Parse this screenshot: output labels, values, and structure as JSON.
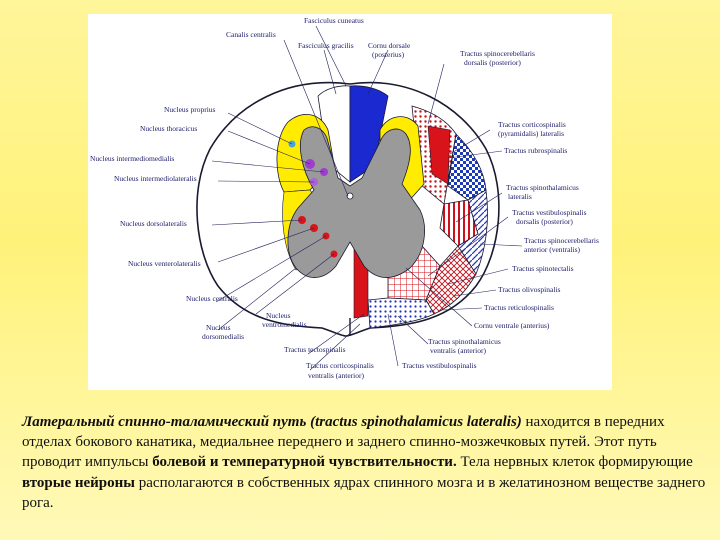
{
  "labels": {
    "fasciculus_cuneatus": "Fasciculus cuneatus",
    "canalis_centralis": "Canalis centralis",
    "fasciculus_gracilis": "Fasciculus gracilis",
    "cornu_dorsale": "Cornu dorsale",
    "cornu_dorsale_sub": "(posterius)",
    "tractus_spc_dorsalis_1": "Tractus spinocerebellaris",
    "tractus_spc_dorsalis_2": "dorsalis (posterior)",
    "nucleus_proprius": "Nucleus proprius",
    "nucleus_thoracicus": "Nucleus thoracicus",
    "nucleus_intermediomedialis": "Nucleus intermediomedialis",
    "nucleus_intermediolateralis": "Nucleus intermediolateralis",
    "nucleus_dorsolateralis": "Nucleus dorsolateralis",
    "nucleus_ventrolateralis": "Nucleus venterolateralis",
    "nucleus_centralis": "Nucleus centralis",
    "nucleus_ventromedialis_1": "Nucleus",
    "nucleus_ventromedialis_2": "ventromedialis",
    "nucleus_dorsomedialis_1": "Nucleus",
    "nucleus_dorsomedialis_2": "dorsomedialis",
    "tractus_tectospinalis": "Tractus tectospinalis",
    "tractus_cs_ventralis_1": "Tractus corticospinalis",
    "tractus_cs_ventralis_2": "ventralis (anterior)",
    "tractus_cs_lateralis_1": "Tractus corticospinalis",
    "tractus_cs_lateralis_2": "(pyramidalis) lateralis",
    "tractus_rubrospinalis": "Tractus rubrospinalis",
    "tractus_st_lateralis_1": "Tractus spinothalamicus",
    "tractus_st_lateralis_2": "lateralis",
    "tractus_vs_dorsalis_1": "Tractus vestibulospinalis",
    "tractus_vs_dorsalis_2": "dorsalis (posterior)",
    "tractus_spc_anterior_1": "Tractus spinocerebellaris",
    "tractus_spc_anterior_2": "anterior (ventralis)",
    "tractus_spinotectalis": "Tractus spinotectalis",
    "tractus_olivospinalis": "Tractus olivospinalis",
    "tractus_reticulospinalis": "Tractus reticulospinalis",
    "cornu_ventrale": "Cornu ventrale (anterius)",
    "tractus_st_ventralis_1": "Tractus spinothalamicus",
    "tractus_st_ventralis_2": "ventralis (anterior)",
    "tractus_vestibulospinalis": "Tractus vestibulospinalis"
  },
  "caption": {
    "t1": "Латеральный спинно-таламический путь (tractus spinothalamicus lateralis)",
    "t2": " находится в передних отделах бокового канатика, медиальнее переднего и заднего спинно-мозжечковых путей. Этот путь проводит импульсы ",
    "t3": "болевой и температурной чувствительности.",
    "t4": " Тела нервных клеток формирующие ",
    "t5": "вторые нейроны",
    "t6": " располагаются в собственных ядрах спинного мозга   и в желатинозном веществе заднего рога."
  },
  "colors": {
    "background": "#fff27a",
    "gray_matter": "#9a9a9a",
    "gelatinosa": "#ffec00",
    "fasciculus_blue": "#1a2ad0",
    "spinothalamic_red": "#d8141a",
    "outline": "#1a1a30"
  }
}
